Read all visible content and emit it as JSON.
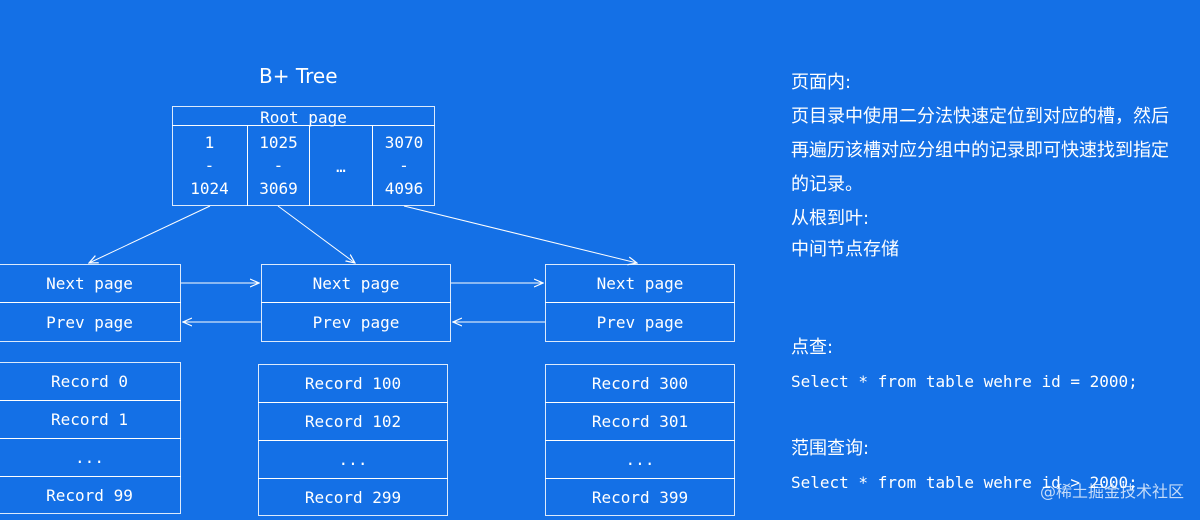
{
  "diagram": {
    "title": "B+ Tree",
    "root": {
      "label": "Root page",
      "ranges": [
        {
          "from": "1",
          "sep": "-",
          "to": "1024"
        },
        {
          "from": "1025",
          "sep": "-",
          "to": "3069"
        },
        {
          "from": "",
          "sep": "…",
          "to": ""
        },
        {
          "from": "3070",
          "sep": "-",
          "to": "4096"
        }
      ]
    },
    "pages": [
      {
        "next": "Next page",
        "prev": "Prev page",
        "records": [
          "Record 0",
          "Record 1",
          "...",
          "Record 99"
        ]
      },
      {
        "next": "Next page",
        "prev": "Prev page",
        "records": [
          "Record 100",
          "Record 102",
          "...",
          "Record 299"
        ]
      },
      {
        "next": "Next page",
        "prev": "Prev page",
        "records": [
          "Record 300",
          "Record 301",
          "...",
          "Record 399"
        ]
      }
    ]
  },
  "notes": {
    "heading1": "页面内:",
    "text1_line1": "页目录中使用二分法快速定位到对应的槽，然后",
    "text1_line2": "再遍历该槽对应分组中的记录即可快速找到指定",
    "text1_line3": "的记录。",
    "heading2": "从根到叶:",
    "text2": "中间节点存储",
    "heading3": "点查:",
    "code1": "Select * from table wehre id = 2000;",
    "heading4": "范围查询:",
    "code2": "Select * from table wehre id > 2000;"
  },
  "watermark": "@稀土掘金技术社区",
  "colors": {
    "background": "#1470e6",
    "line": "#ffffff"
  }
}
